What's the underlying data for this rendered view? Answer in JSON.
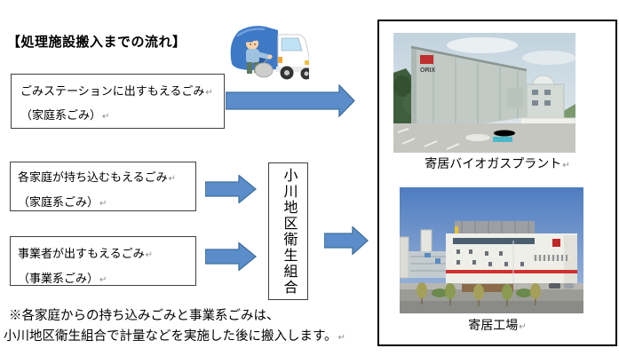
{
  "title": "【処理施設搬入までの流れ】",
  "flow_boxes": {
    "station": {
      "line1": "ごみステーションに出すもえるごみ",
      "line2": "（家庭系ごみ）"
    },
    "household": {
      "line1": "各家庭が持ち込むもえるごみ",
      "line2": "（家庭系ごみ）"
    },
    "business": {
      "line1": "事業者が出すもえるごみ",
      "line2": "（事業系ごみ）"
    }
  },
  "association": {
    "label": "小川地区衛生組合"
  },
  "facilities": {
    "biogas": {
      "caption": "寄居バイオガスプラント",
      "building_logo": "ORIX"
    },
    "factory": {
      "caption": "寄居工場"
    }
  },
  "note": {
    "line1": "※各家庭からの持ち込みごみと事業系ごみは、",
    "line2": "小川地区衛生組合で計量などを実施した後に搬入します。"
  },
  "marks": {
    "line_break": "↵"
  },
  "colors": {
    "arrow_fill": "#5b8dcb",
    "arrow_border": "#41719c"
  }
}
